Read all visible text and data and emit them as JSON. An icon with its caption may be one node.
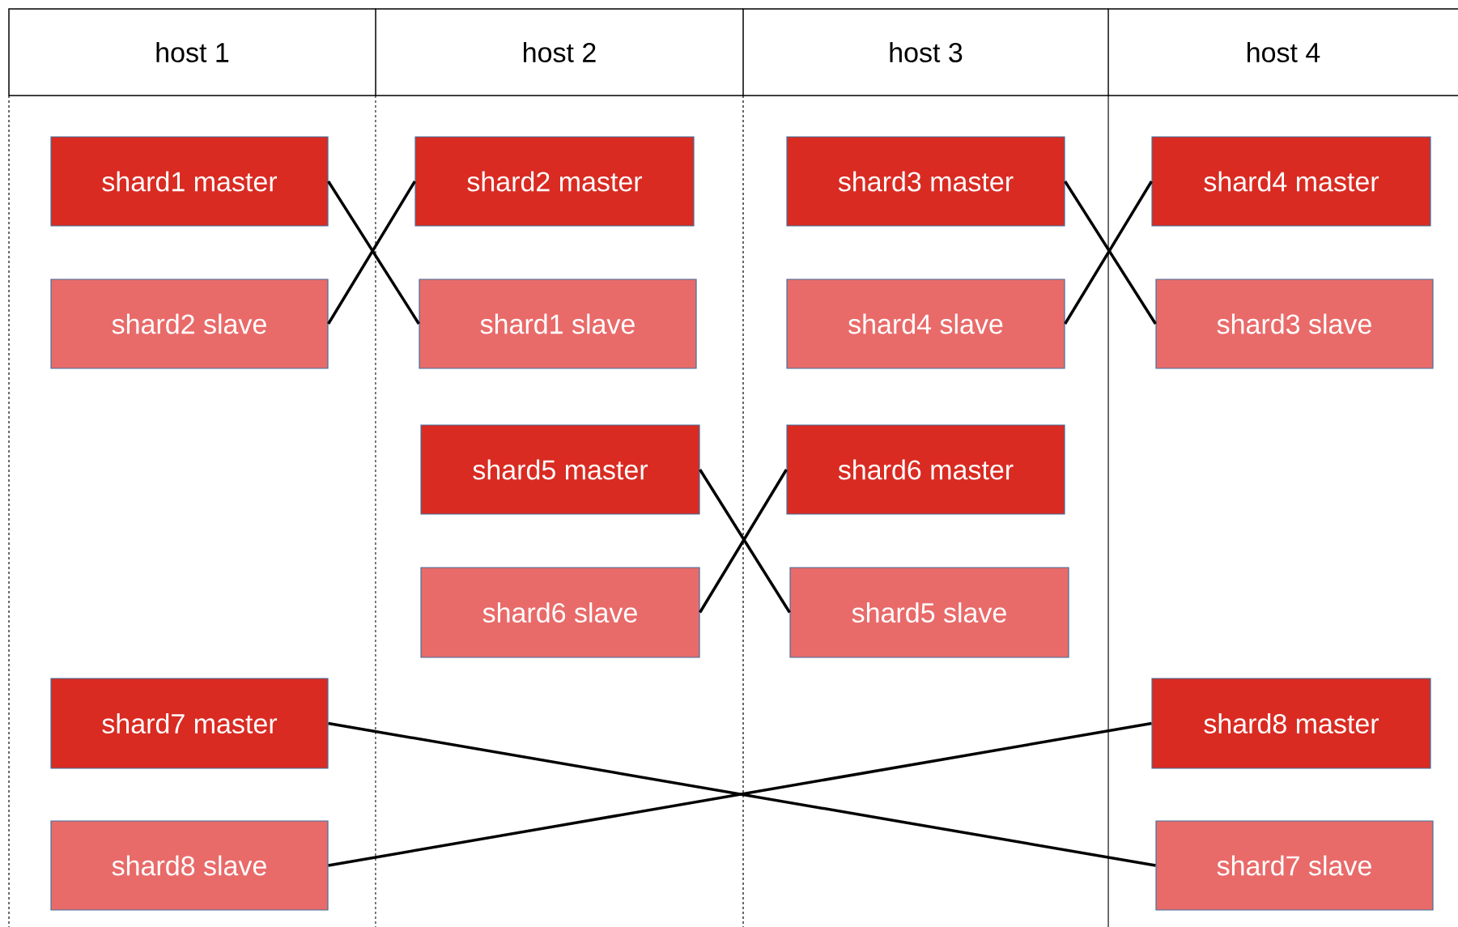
{
  "diagram": {
    "nodes": [
      {
        "text": [
          "host 1"
        ]
      },
      {
        "text": [
          "host 2"
        ]
      },
      {
        "text": [
          "host 3"
        ]
      },
      {
        "text": [
          "host 4"
        ]
      },
      {
        "text": [
          "shard1 master"
        ],
        "in": 0
      },
      {
        "text": [
          "shard2 master"
        ],
        "in": 1
      },
      {
        "text": [
          "shard3 master"
        ],
        "in": 2
      },
      {
        "text": [
          "shard4 master"
        ],
        "in": 3
      },
      {
        "text": [
          "shard2 slave"
        ],
        "in": 0
      },
      {
        "text": [
          "shard1 slave"
        ],
        "in": 1
      },
      {
        "text": [
          "shard4 slave"
        ],
        "in": 2
      },
      {
        "text": [
          "shard3 slave"
        ],
        "in": 3
      },
      {
        "text": [
          "shard5 master"
        ],
        "in": 1
      },
      {
        "text": [
          "shard6 master"
        ],
        "in": 2
      },
      {
        "text": [
          "shard6 slave"
        ],
        "in": 1
      },
      {
        "text": [
          "shard5 slave"
        ],
        "in": 2
      },
      {
        "text": [
          "shard7 master"
        ],
        "in": 0
      },
      {
        "text": [
          "shard8 master"
        ],
        "in": 3
      },
      {
        "text": [
          "shard8 slave"
        ],
        "in": 0
      },
      {
        "text": [
          "shard7 slave"
        ],
        "in": 3
      }
    ],
    "edges": [
      {
        "from": 4,
        "to": 9,
        "arrow": "none"
      },
      {
        "from": 5,
        "to": 8,
        "arrow": "none"
      },
      {
        "from": 6,
        "to": 11,
        "arrow": "none"
      },
      {
        "from": 7,
        "to": 10,
        "arrow": "none"
      },
      {
        "from": 12,
        "to": 15,
        "arrow": "none"
      },
      {
        "from": 13,
        "to": 14,
        "arrow": "none"
      },
      {
        "from": 16,
        "to": 19,
        "arrow": "none"
      },
      {
        "from": 17,
        "to": 18,
        "arrow": "none"
      }
    ]
  }
}
